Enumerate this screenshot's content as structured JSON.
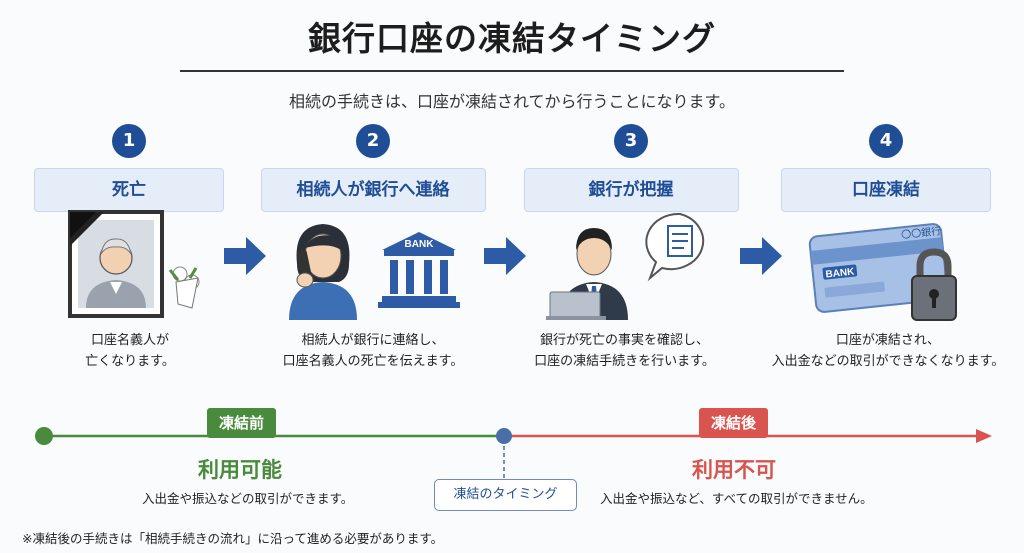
{
  "title": "銀行口座の凍結タイミング",
  "subtitle": "相続の手続きは、口座が凍結されてから行うことになります。",
  "steps": [
    {
      "num": "1",
      "label": "死亡",
      "desc_lines": [
        "口座名義人が",
        "亡くなります。"
      ]
    },
    {
      "num": "2",
      "label": "相続人が銀行へ連絡",
      "desc_lines": [
        "相続人が銀行に連絡し、",
        "口座名義人の死亡を伝えます。"
      ]
    },
    {
      "num": "3",
      "label": "銀行が把握",
      "desc_lines": [
        "銀行が死亡の事実を確認し、",
        "口座の凍結手続きを行います。"
      ]
    },
    {
      "num": "4",
      "label": "口座凍結",
      "desc_lines": [
        "口座が凍結され、",
        "入出金などの取引ができなくなります。"
      ]
    }
  ],
  "illustrations": {
    "bank_sign": "BANK",
    "card_bank": "BANK",
    "card_name": "〇〇銀行"
  },
  "timeline": {
    "before_badge": "凍結前",
    "before_status": "利用可能",
    "before_desc": "入出金や振込などの取引ができます。",
    "timing": "凍結のタイミング",
    "after_badge": "凍結後",
    "after_status": "利用不可",
    "after_desc": "入出金や振込など、すべての取引ができません。",
    "colors": {
      "before": "#4a8a3c",
      "after": "#d9534f",
      "marker": "#4a6fa8",
      "accent": "#1f4e96"
    }
  },
  "footnote": "※凍結後の手続きは「相続手続きの流れ」に沿って進める必要があります。"
}
